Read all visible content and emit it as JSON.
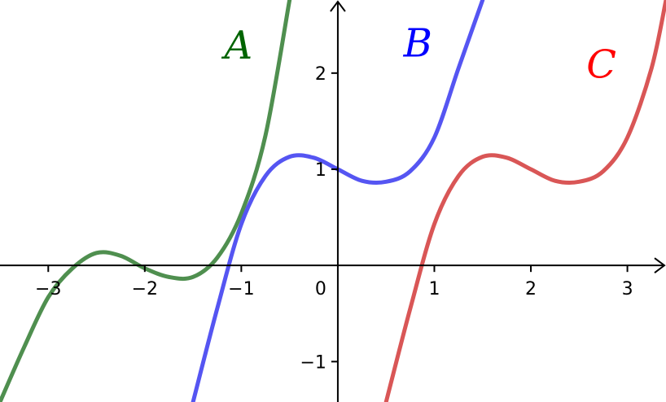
{
  "chart_data": {
    "type": "line",
    "title": "",
    "xlabel": "",
    "ylabel": "",
    "xlim": [
      -3.5,
      3.4
    ],
    "ylim": [
      -1.42,
      2.76
    ],
    "grid": false,
    "x_ticks": [
      {
        "value": -3,
        "label": "−3"
      },
      {
        "value": -2,
        "label": "−2"
      },
      {
        "value": -1,
        "label": "−1"
      },
      {
        "value": 1,
        "label": "1"
      },
      {
        "value": 2,
        "label": "2"
      },
      {
        "value": 3,
        "label": "3"
      }
    ],
    "y_ticks": [
      {
        "value": -1,
        "label": "−1"
      },
      {
        "value": 1,
        "label": "1"
      },
      {
        "value": 2,
        "label": "2"
      }
    ],
    "origin_label": "0",
    "series": [
      {
        "name": "A",
        "color": "#4f8f4f",
        "label_color": "#006400",
        "x": [
          -3.5,
          -3.25,
          -3.0,
          -2.75,
          -2.5,
          -2.25,
          -2.0,
          -1.75,
          -1.5,
          -1.25,
          -1.0,
          -0.75,
          -0.5
        ],
        "y": [
          -1.42,
          -0.85,
          -0.33,
          -0.03,
          0.13,
          0.1,
          -0.03,
          -0.12,
          -0.12,
          0.08,
          0.54,
          1.35,
          2.76
        ]
      },
      {
        "name": "B",
        "color": "#5555f2",
        "label_color": "#0000ff",
        "x": [
          -1.5,
          -1.25,
          -1.0,
          -0.75,
          -0.5,
          -0.25,
          0.0,
          0.25,
          0.5,
          0.75,
          1.0,
          1.25,
          1.5
        ],
        "y": [
          -1.42,
          -0.45,
          0.43,
          0.93,
          1.13,
          1.12,
          1.0,
          0.88,
          0.87,
          0.98,
          1.33,
          2.05,
          2.76
        ]
      },
      {
        "name": "C",
        "color": "#d95656",
        "label_color": "#ff0000",
        "x": [
          0.5,
          0.75,
          1.0,
          1.25,
          1.5,
          1.75,
          2.0,
          2.25,
          2.5,
          2.75,
          3.0,
          3.25,
          3.4
        ],
        "y": [
          -1.42,
          -0.45,
          0.43,
          0.93,
          1.13,
          1.12,
          1.0,
          0.88,
          0.87,
          0.98,
          1.33,
          2.05,
          2.76
        ]
      }
    ]
  }
}
